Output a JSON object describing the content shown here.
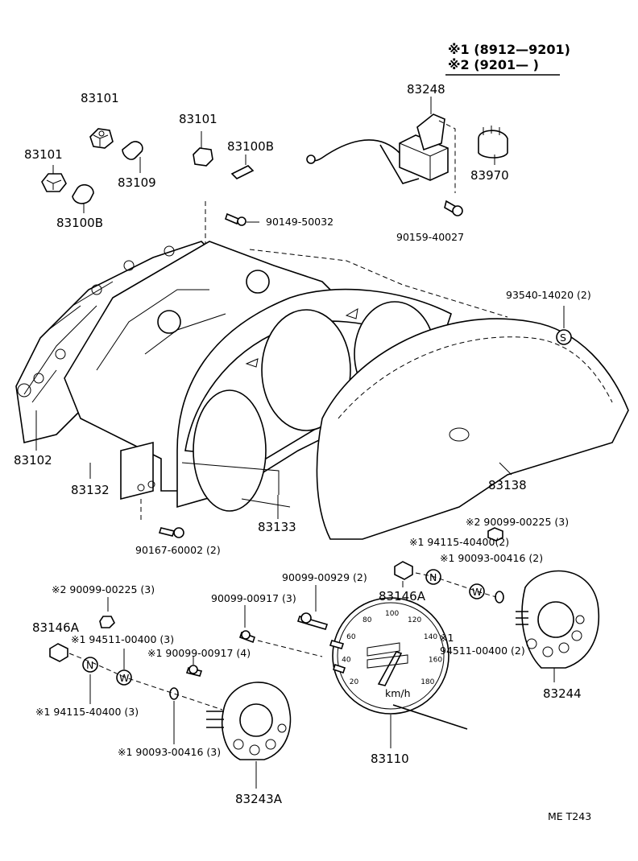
{
  "legend": {
    "line1": "※1 (8912—9201)",
    "line2": "※2 (9201—        )"
  },
  "footer": {
    "code": "ME  T243"
  },
  "parts": {
    "p83101_a": "83101",
    "p83101_b": "83101",
    "p83101_c": "83101",
    "p83109": "83109",
    "p83100b_a": "83100B",
    "p83100b_b": "83100B",
    "p83248": "83248",
    "p83970": "83970",
    "p90149": "90149-50032",
    "p90159": "90159-40027",
    "p93540": "93540-14020 (2)",
    "p83102": "83102",
    "p83132": "83132",
    "p83133": "83133",
    "p83138": "83138",
    "p90167": "90167-60002 (2)",
    "p90099_0225_r": "※2 90099-00225 (3)",
    "p94115_r": "※1 94115-40400(2)",
    "p90093_r": "※1 90093-00416 (2)",
    "p90099_0929": "90099-00929 (2)",
    "p90099_0917": "90099-00917 (3)",
    "p83146a_r": "83146A",
    "p90099_0225_l": "※2 90099-00225 (3)",
    "p83146a_l": "83146A",
    "p94511_l": "※1 94511-00400 (3)",
    "p90099_0917_4": "※1 90099-00917 (4)",
    "p94115_l": "※1 94115-40400 (3)",
    "p90093_l": "※1 90093-00416 (3)",
    "p83243a": "83243A",
    "p83110": "83110",
    "p94511_r_a": "※1",
    "p94511_r_b": "94511-00400 (2)",
    "p83244": "83244"
  },
  "glyphs": {
    "s": "S",
    "n": "N",
    "w": "W"
  },
  "speedo": {
    "ticks": [
      "20",
      "40",
      "60",
      "80",
      "100",
      "120",
      "140",
      "160",
      "180"
    ],
    "unit": "km/h"
  }
}
